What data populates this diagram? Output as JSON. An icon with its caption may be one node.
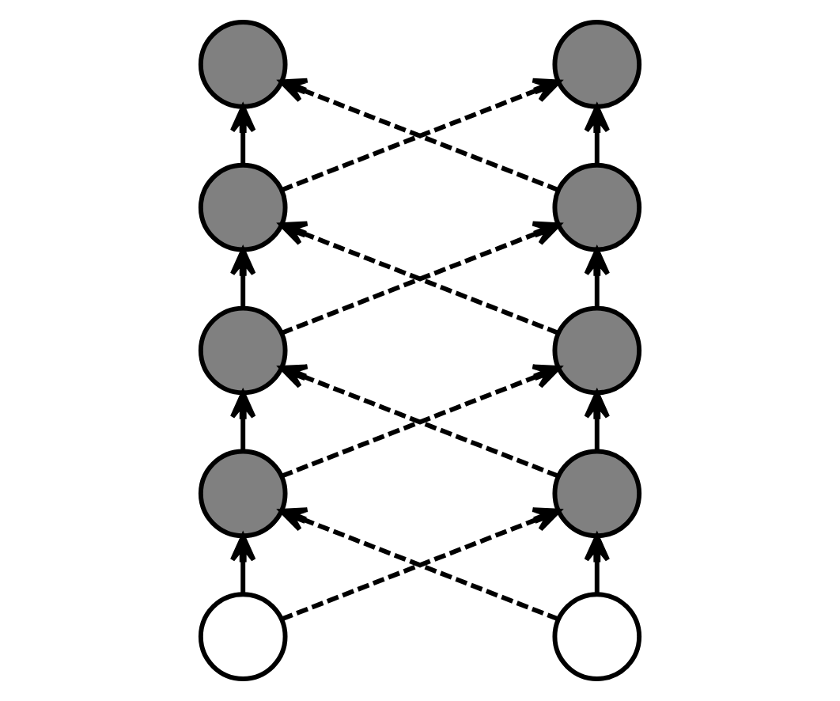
{
  "diagram": {
    "nodes": [
      {
        "text": [],
        "shape": "circle"
      },
      {
        "text": [],
        "shape": "circle"
      },
      {
        "text": [],
        "shape": "circle"
      },
      {
        "text": [],
        "shape": "circle"
      },
      {
        "text": [],
        "shape": "circle"
      },
      {
        "text": [],
        "shape": "circle"
      },
      {
        "text": [],
        "shape": "circle"
      },
      {
        "text": [],
        "shape": "circle"
      },
      {
        "text": [],
        "shape": "circle"
      },
      {
        "text": [],
        "shape": "circle"
      }
    ],
    "edges": [
      {
        "from": 8,
        "to": 6,
        "arrow": "to"
      },
      {
        "from": 6,
        "to": 4,
        "arrow": "to"
      },
      {
        "from": 4,
        "to": 2,
        "arrow": "to"
      },
      {
        "from": 2,
        "to": 0,
        "arrow": "to"
      },
      {
        "from": 9,
        "to": 7,
        "arrow": "to"
      },
      {
        "from": 7,
        "to": 5,
        "arrow": "to"
      },
      {
        "from": 5,
        "to": 3,
        "arrow": "to"
      },
      {
        "from": 3,
        "to": 1,
        "arrow": "to"
      },
      {
        "from": 2,
        "to": 1,
        "arrow": "to",
        "style": "dashed"
      },
      {
        "from": 3,
        "to": 0,
        "arrow": "to",
        "style": "dashed"
      },
      {
        "from": 4,
        "to": 3,
        "arrow": "to",
        "style": "dashed"
      },
      {
        "from": 5,
        "to": 2,
        "arrow": "to",
        "style": "dashed"
      },
      {
        "from": 6,
        "to": 5,
        "arrow": "to",
        "style": "dashed"
      },
      {
        "from": 7,
        "to": 4,
        "arrow": "to",
        "style": "dashed"
      },
      {
        "from": 8,
        "to": 7,
        "arrow": "to",
        "style": "dashed"
      },
      {
        "from": 9,
        "to": 6,
        "arrow": "to",
        "style": "dashed"
      }
    ]
  }
}
